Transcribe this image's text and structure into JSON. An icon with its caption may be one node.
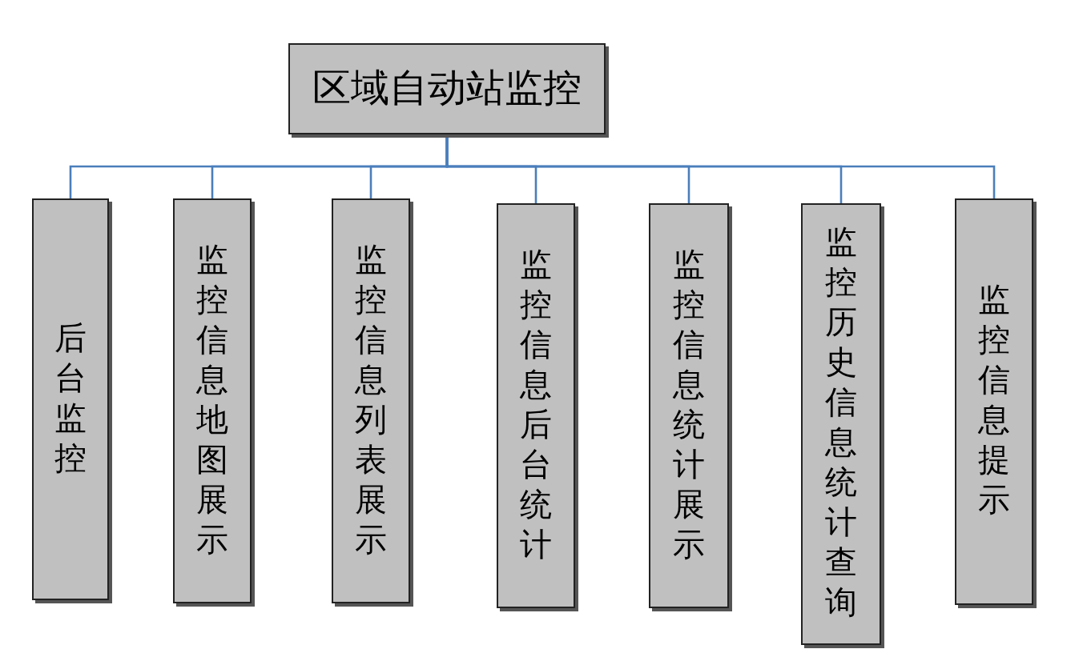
{
  "diagram": {
    "nodes": [
      {
        "text": [
          "区域自动站监控"
        ]
      },
      {
        "text": [
          "后台监控"
        ]
      },
      {
        "text": [
          "监控信息地图展示"
        ]
      },
      {
        "text": [
          "监控信息列表展示"
        ]
      },
      {
        "text": [
          "监控信息后台统计"
        ]
      },
      {
        "text": [
          "监控信息统计展示"
        ]
      },
      {
        "text": [
          "监控历史信息统计查询"
        ]
      },
      {
        "text": [
          "监控信息提示"
        ]
      }
    ],
    "edges": [
      {
        "from": 0,
        "to": 1,
        "arrow": "none"
      },
      {
        "from": 0,
        "to": 2,
        "arrow": "none"
      },
      {
        "from": 0,
        "to": 3,
        "arrow": "none"
      },
      {
        "from": 0,
        "to": 4,
        "arrow": "none"
      },
      {
        "from": 0,
        "to": 5,
        "arrow": "none"
      },
      {
        "from": 0,
        "to": 6,
        "arrow": "none"
      },
      {
        "from": 0,
        "to": 7,
        "arrow": "none"
      }
    ]
  }
}
